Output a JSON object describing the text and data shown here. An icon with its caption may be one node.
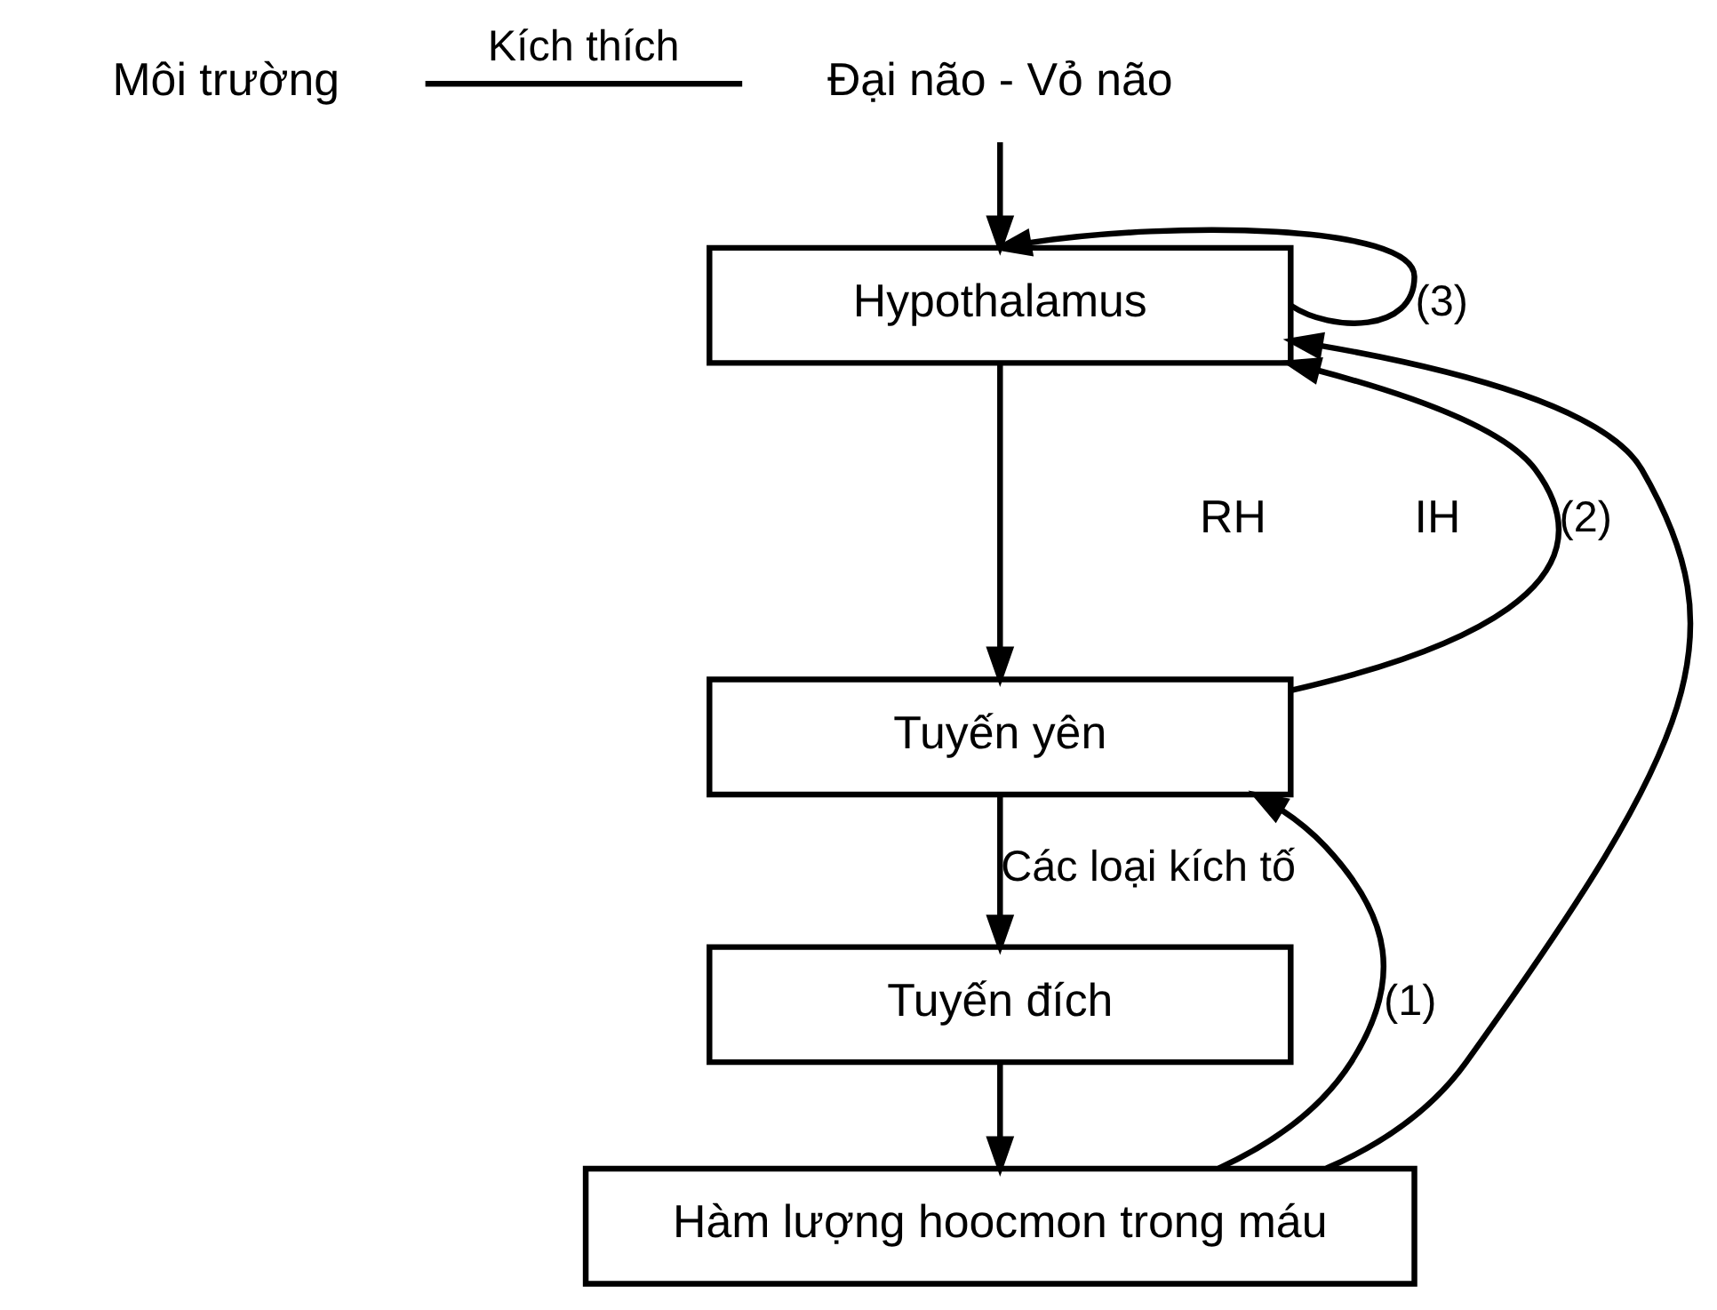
{
  "diagram": {
    "nodes": [
      {
        "text": [
          "Môi trường"
        ]
      },
      {
        "text": [
          "Đại não - Vỏ não"
        ]
      },
      {
        "text": [
          "Hypothalamus"
        ]
      },
      {
        "text": [
          "Tuyến yên"
        ]
      },
      {
        "text": [
          "Tuyến đích"
        ]
      },
      {
        "text": [
          "Hàm lượng hoocmon trong máu"
        ]
      }
    ],
    "edges": [
      {
        "from": 0,
        "to": 1,
        "arrow": "none",
        "label": "Kích thích"
      },
      {
        "from": 1,
        "to": 2,
        "arrow": "to"
      },
      {
        "from": 2,
        "to": 3,
        "arrow": "to"
      },
      {
        "from": 3,
        "to": 4,
        "arrow": "to",
        "label": "Các loại kích tố"
      },
      {
        "from": 4,
        "to": 5,
        "arrow": "to"
      },
      {
        "from": 5,
        "to": 2,
        "arrow": "to"
      },
      {
        "from": 5,
        "to": 3,
        "arrow": "to",
        "label": "(1)"
      },
      {
        "from": 3,
        "to": 2,
        "arrow": "to",
        "label": "(2)"
      },
      {
        "from": 2,
        "to": 2,
        "arrow": "to",
        "label": "(3)"
      }
    ],
    "labels": [
      "RH",
      "IH"
    ]
  }
}
